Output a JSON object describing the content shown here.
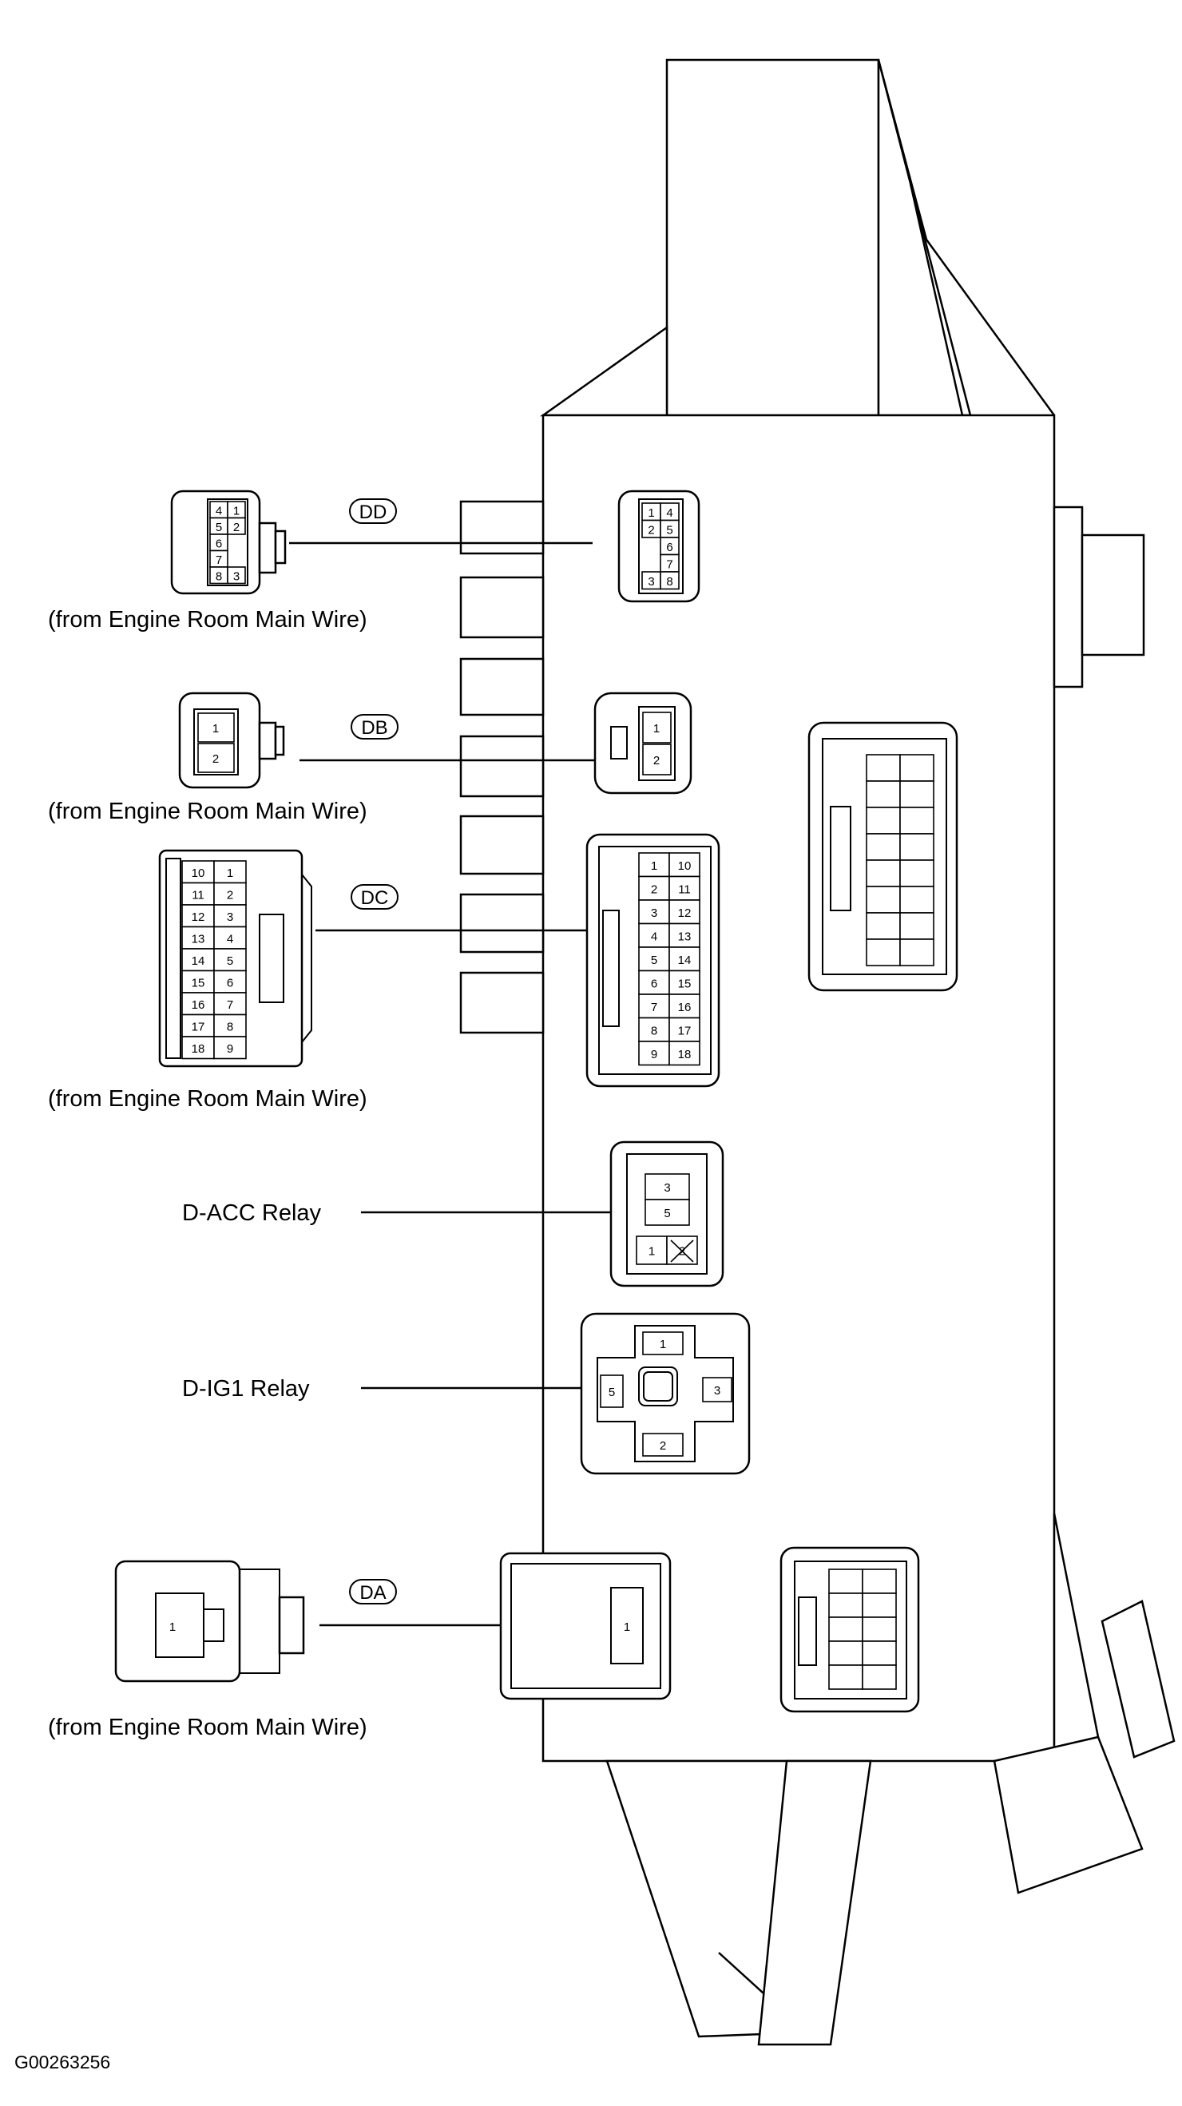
{
  "labels": {
    "dd": "DD",
    "db": "DB",
    "dc": "DC",
    "da": "DA",
    "from_wire": "(from Engine Room Main Wire)",
    "dacc": "D-ACC Relay",
    "dig1": "D-IG1 Relay",
    "figure_id": "G00263256"
  },
  "pins": {
    "dd_left": [
      [
        "4",
        "1"
      ],
      [
        "5",
        "2"
      ],
      [
        "6",
        ""
      ],
      [
        "7",
        ""
      ],
      [
        "8",
        "3"
      ]
    ],
    "dd_right": [
      [
        "1",
        "4"
      ],
      [
        "2",
        "5"
      ],
      [
        "",
        "6"
      ],
      [
        "",
        "7"
      ],
      [
        "3",
        "8"
      ]
    ],
    "db": [
      "1",
      "2"
    ],
    "dc_left": [
      [
        "10",
        "1"
      ],
      [
        "11",
        "2"
      ],
      [
        "12",
        "3"
      ],
      [
        "13",
        "4"
      ],
      [
        "14",
        "5"
      ],
      [
        "15",
        "6"
      ],
      [
        "16",
        "7"
      ],
      [
        "17",
        "8"
      ],
      [
        "18",
        "9"
      ]
    ],
    "dc_right": [
      [
        "1",
        "10"
      ],
      [
        "2",
        "11"
      ],
      [
        "3",
        "12"
      ],
      [
        "4",
        "13"
      ],
      [
        "5",
        "14"
      ],
      [
        "6",
        "15"
      ],
      [
        "7",
        "16"
      ],
      [
        "8",
        "17"
      ],
      [
        "9",
        "18"
      ]
    ],
    "dacc": [
      "3",
      "5",
      "1",
      "2"
    ],
    "dig1": [
      "1",
      "5",
      "3",
      "2"
    ],
    "da": [
      "1"
    ]
  }
}
